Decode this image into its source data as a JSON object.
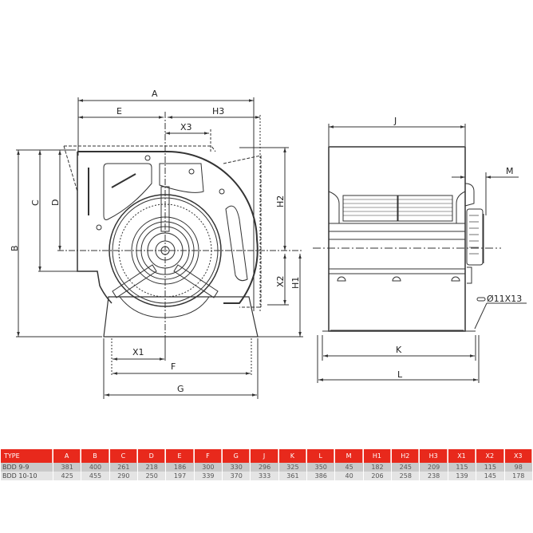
{
  "side_view": {
    "dimension_labels": {
      "A": "A",
      "E": "E",
      "H3": "H3",
      "X3": "X3",
      "B": "B",
      "C": "C",
      "D": "D",
      "H2": "H2",
      "X2": "X2",
      "H1": "H1",
      "X1": "X1",
      "F": "F",
      "G": "G"
    }
  },
  "front_view": {
    "dimension_labels": {
      "J": "J",
      "M": "M",
      "K": "K",
      "L": "L"
    },
    "hole_note": "Ø11X13"
  },
  "colors": {
    "table_header_bg": "#e8291c",
    "table_row_odd": "#c9c9c9",
    "table_row_even": "#e4e4e4",
    "line": "#333333"
  },
  "table": {
    "headers": [
      "TYPE",
      "A",
      "B",
      "C",
      "D",
      "E",
      "F",
      "G",
      "J",
      "K",
      "L",
      "M",
      "H1",
      "H2",
      "H3",
      "X1",
      "X2",
      "X3"
    ],
    "rows": [
      [
        "BDD 9-9",
        "381",
        "400",
        "261",
        "218",
        "186",
        "300",
        "330",
        "296",
        "325",
        "350",
        "45",
        "182",
        "245",
        "209",
        "115",
        "115",
        "98"
      ],
      [
        "BDD 10-10",
        "425",
        "455",
        "290",
        "250",
        "197",
        "339",
        "370",
        "333",
        "361",
        "386",
        "40",
        "206",
        "258",
        "238",
        "139",
        "145",
        "178"
      ]
    ]
  }
}
